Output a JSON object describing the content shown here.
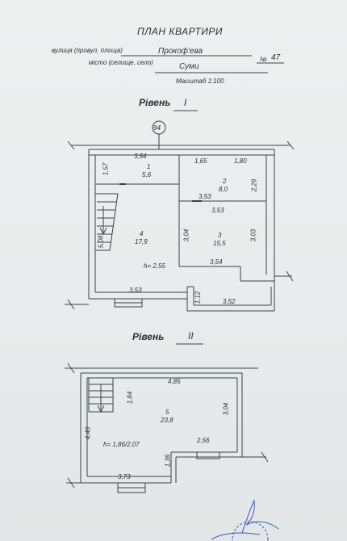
{
  "header": {
    "title": "ПЛАН КВАРТИРИ",
    "street_label": "вулиця (провул, площа)",
    "street_value": "Прокоф'ева",
    "number_label": "№",
    "number_value": "47",
    "city_label": "місто (селище, село)",
    "city_value": "Суми",
    "scale": "Масштаб 1:100"
  },
  "level1": {
    "label": "Рівень",
    "number": "I",
    "axis_marker": "94",
    "rooms": [
      {
        "num": "1",
        "area": "5,6"
      },
      {
        "num": "2",
        "area": "8,0"
      },
      {
        "num": "3",
        "area": "15,5"
      },
      {
        "num": "4",
        "area": "17,9"
      }
    ],
    "height": "h= 2,55",
    "dims": {
      "top_left": "3,54",
      "top_mid": "1,65",
      "top_right": "1,80",
      "left_1": "1,57",
      "right_2": "2,29",
      "mid_353a": "3,53",
      "mid_353b": "3,53",
      "v_304": "3,04",
      "right_303": "3,03",
      "left_508": "5,08",
      "bottom_354": "3,54",
      "bottom_353": "3,53",
      "small_112": "1,12",
      "bottom_352": "3,52"
    }
  },
  "level2": {
    "label": "Рівень",
    "number": "II",
    "room": {
      "num": "5",
      "area": "23,8"
    },
    "height": "h= 1,86/2,07",
    "dims": {
      "top": "4,85",
      "left_184": "1,84",
      "right_304": "3,04",
      "left_440": "4,40",
      "step_256": "2,56",
      "v_136": "1,36",
      "bottom_373": "3,73"
    }
  }
}
